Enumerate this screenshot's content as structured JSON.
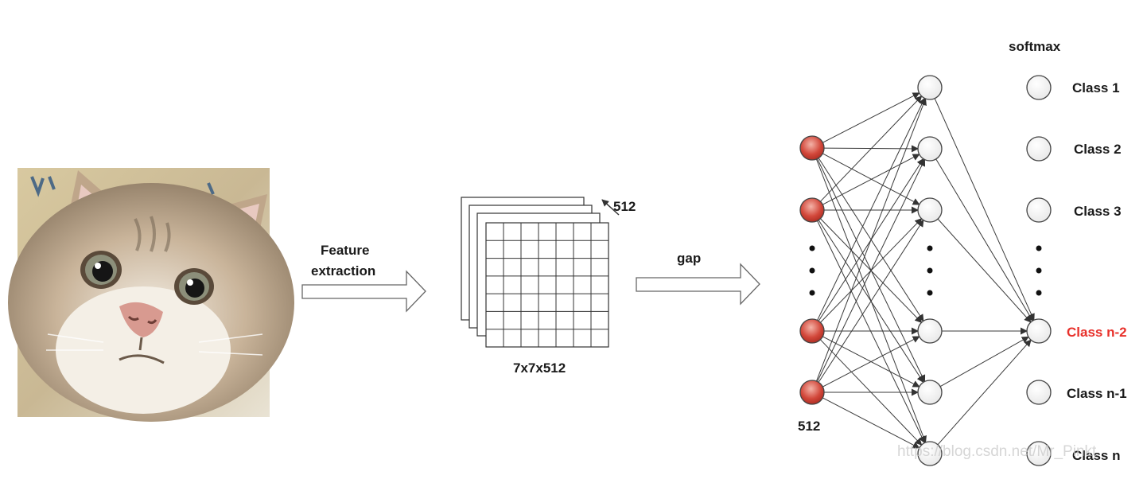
{
  "labels": {
    "feature_line1": "Feature",
    "feature_line2": "extraction",
    "gap": "gap",
    "feature_map_dims": "7x7x512",
    "depth": "512",
    "input_count": "512",
    "softmax": "softmax"
  },
  "classes": [
    "Class 1",
    "Class 2",
    "Class 3",
    "Class n-2",
    "Class n-1",
    "Class n"
  ],
  "highlight_class": "Class n-2",
  "watermark": "https://blog.csdn.net/Mr_Pinkt",
  "colors": {
    "highlight": "#e8312b",
    "node_red": "#c0352b",
    "node_white": "#ffffff",
    "stroke": "#333333"
  }
}
